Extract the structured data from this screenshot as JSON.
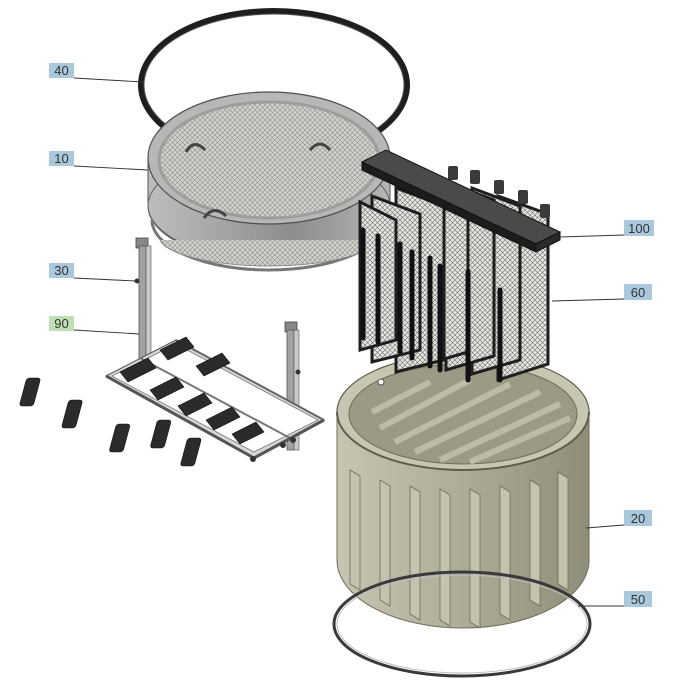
{
  "callouts": {
    "c40": {
      "label": "40",
      "bg": "#a9c8dc"
    },
    "c10": {
      "label": "10",
      "bg": "#a9c8dc"
    },
    "c30": {
      "label": "30",
      "bg": "#a9c8dc"
    },
    "c90": {
      "label": "90",
      "bg": "#bfe0b4"
    },
    "c100": {
      "label": "100",
      "bg": "#a9c8dc"
    },
    "c60": {
      "label": "60",
      "bg": "#a9c8dc"
    },
    "c20": {
      "label": "20",
      "bg": "#a9c8dc"
    },
    "c50": {
      "label": "50",
      "bg": "#a9c8dc"
    }
  },
  "colors": {
    "lid_steel": "#a3a3a3",
    "mesh": "#c9c9c3",
    "basin_body": "#aba996",
    "basin_dark": "#8a8873",
    "frame": "#9a9a9a",
    "dark": "#2a2a2a"
  }
}
